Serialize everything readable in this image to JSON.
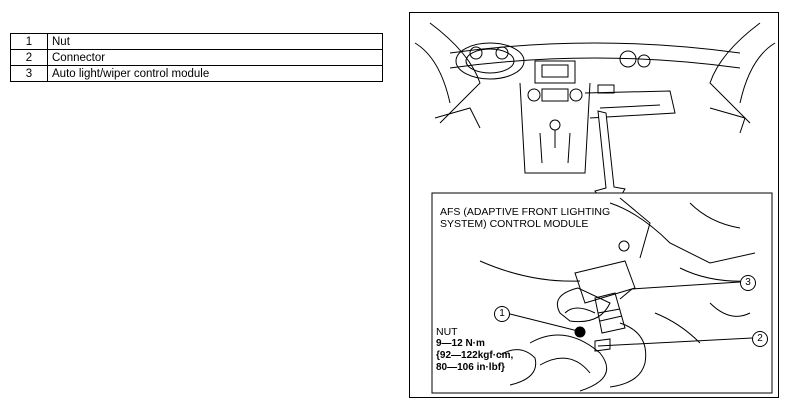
{
  "parts_table": {
    "rows": [
      {
        "num": "1",
        "name": "Nut"
      },
      {
        "num": "2",
        "name": "Connector"
      },
      {
        "num": "3",
        "name": "Auto light/wiper control module"
      }
    ]
  },
  "figure": {
    "inset_title": "AFS (ADAPTIVE FRONT LIGHTING SYSTEM) CONTROL MODULE",
    "nut_label": {
      "title": "NUT",
      "torque_nm": "9—12 N·m",
      "torque_kgfcm": "{92—122kgf·cm,",
      "torque_inlbf": "80—106 in·lbf}"
    },
    "callouts": [
      "1",
      "2",
      "3"
    ]
  }
}
